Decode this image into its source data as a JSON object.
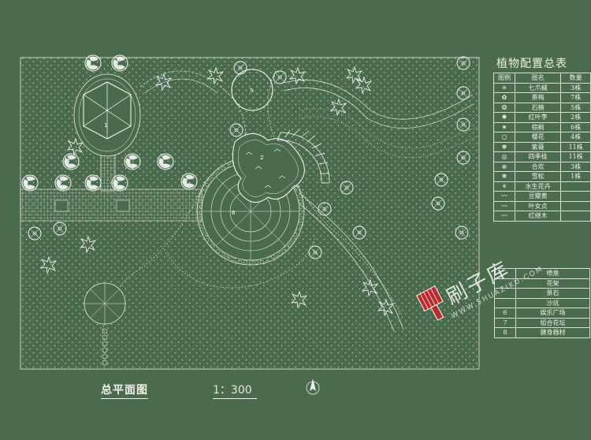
{
  "legend": {
    "title": "植物配置总表",
    "headers": [
      "图例",
      "图名",
      "数量"
    ],
    "plants": [
      {
        "name": "七爪槭",
        "qty": "3株",
        "icon": "star-leaf-icon"
      },
      {
        "name": "茶梅",
        "qty": "7株",
        "icon": "flower-icon"
      },
      {
        "name": "石楠",
        "qty": "5株",
        "icon": "round-shrub-icon"
      },
      {
        "name": "红叶李",
        "qty": "2株",
        "icon": "spiky-tree-icon"
      },
      {
        "name": "棕榈",
        "qty": "6株",
        "icon": "palm-icon"
      },
      {
        "name": "樱花",
        "qty": "4株",
        "icon": "circle-tree-icon"
      },
      {
        "name": "紫薇",
        "qty": "11株",
        "icon": "swirl-tree-icon"
      },
      {
        "name": "四季桂",
        "qty": "11株",
        "icon": "target-tree-icon"
      },
      {
        "name": "合欢",
        "qty": "3株",
        "icon": "radial-tree-icon"
      },
      {
        "name": "雪松",
        "qty": "1株",
        "icon": "pine-icon"
      },
      {
        "name": "水生花卉",
        "qty": "",
        "icon": "aquatic-flower-icon"
      },
      {
        "name": "豆瓣黄",
        "qty": "",
        "icon": "hedge-icon"
      },
      {
        "name": "叶女贞",
        "qty": "",
        "icon": "hedge-icon"
      },
      {
        "name": "红继木",
        "qty": "",
        "icon": "hedge-icon"
      }
    ]
  },
  "facilities": [
    {
      "no": "",
      "name": "喷泉"
    },
    {
      "no": "",
      "name": "花架"
    },
    {
      "no": "",
      "name": "景石"
    },
    {
      "no": "",
      "name": "沙坑"
    },
    {
      "no": "6",
      "name": "娱乐广场"
    },
    {
      "no": "7",
      "name": "组合花坛"
    },
    {
      "no": "8",
      "name": "健身器材"
    }
  ],
  "plan_labels": {
    "l1": "1",
    "l2": "2",
    "l5": "5",
    "l6": "6"
  },
  "captions": {
    "title": "总平面图",
    "scale": "1：300"
  },
  "watermark": {
    "text": "刷子库",
    "url": "WWW.SHUAZIKU.COM"
  },
  "colors": {
    "background": "#4a6b4e",
    "line": "#e8ece4",
    "watermark_red": "#c0282a"
  }
}
